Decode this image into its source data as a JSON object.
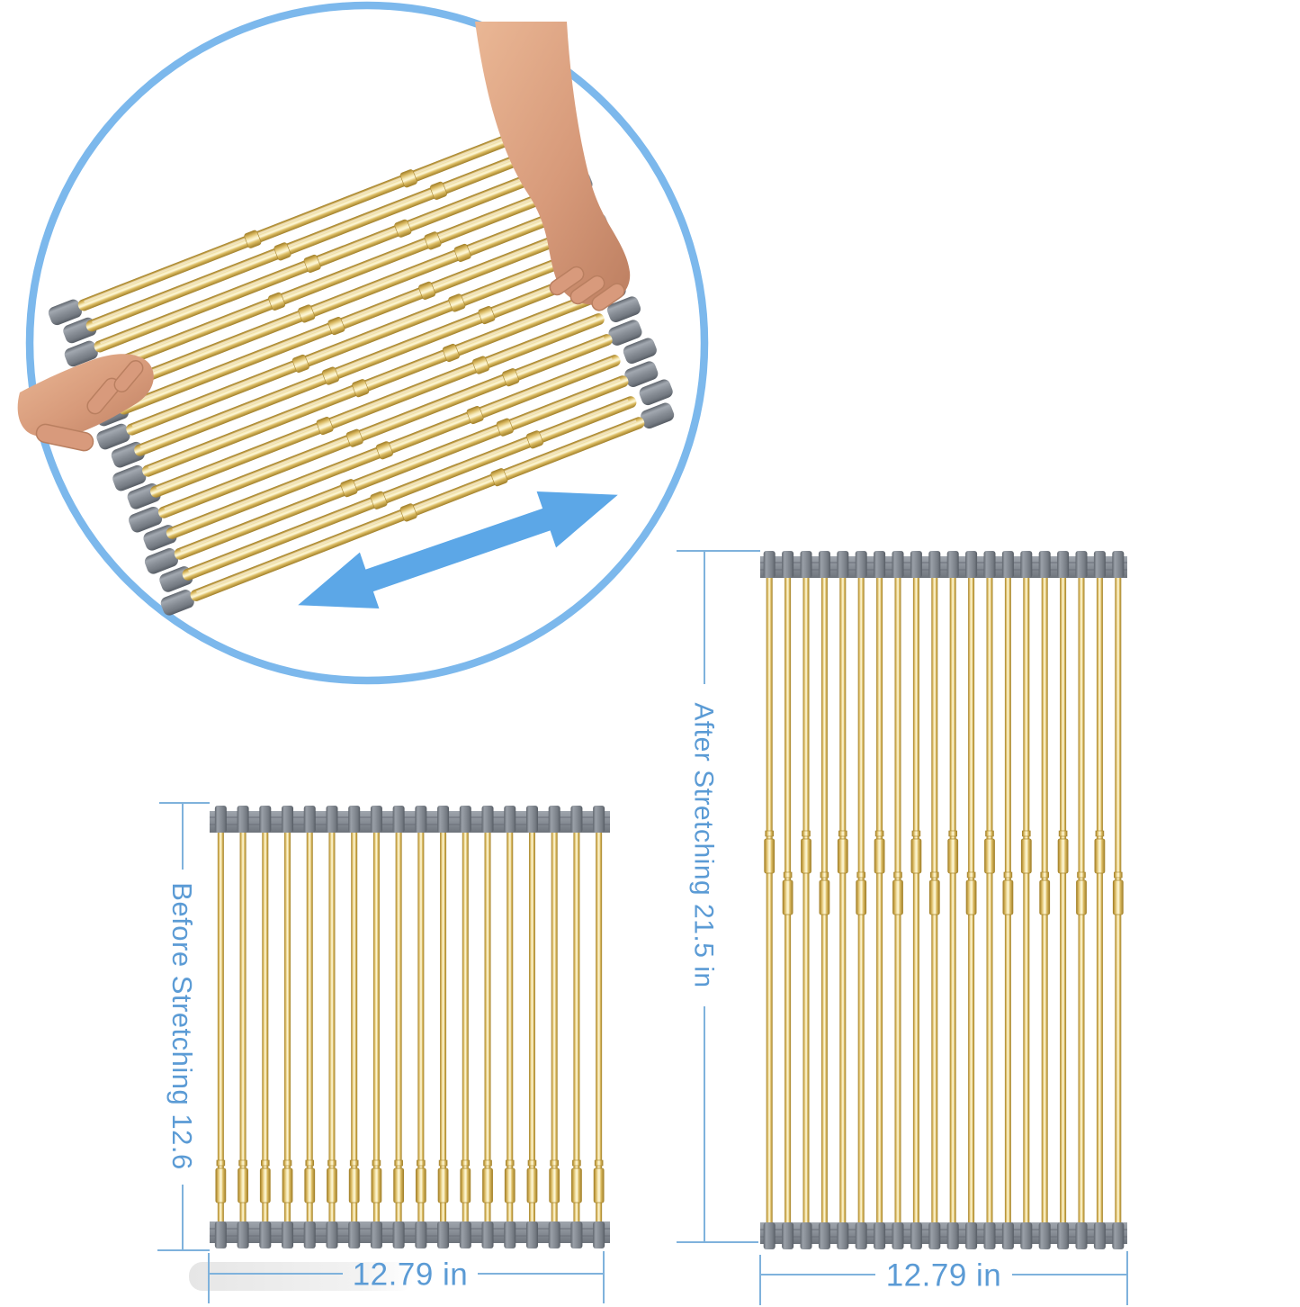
{
  "image_title": "Roll-up dish drying rack stretch dimensions diagram",
  "illustration": {
    "description": "hands stretching rolled mat inside circle",
    "rod_count": 15,
    "stretch_arrow_icon": "double-headed-arrow",
    "circle_color": "#7cb8ec",
    "arrow_color": "#5ca7e7"
  },
  "labels": {
    "before_height": "Before Stretching 12.6",
    "before_width": "12.79 in",
    "after_height": "After Stretching 21.5 in",
    "after_width": "12.79 in"
  },
  "racks": {
    "before_rod_count": 18,
    "after_rod_count": 20
  },
  "colors": {
    "label_blue": "#5b9bd5",
    "dimension_line_blue": "#7fb2dc",
    "rod_gold": "#e3c468",
    "cap_gray": "#888e96",
    "skin_tone": "#d89a7c"
  }
}
